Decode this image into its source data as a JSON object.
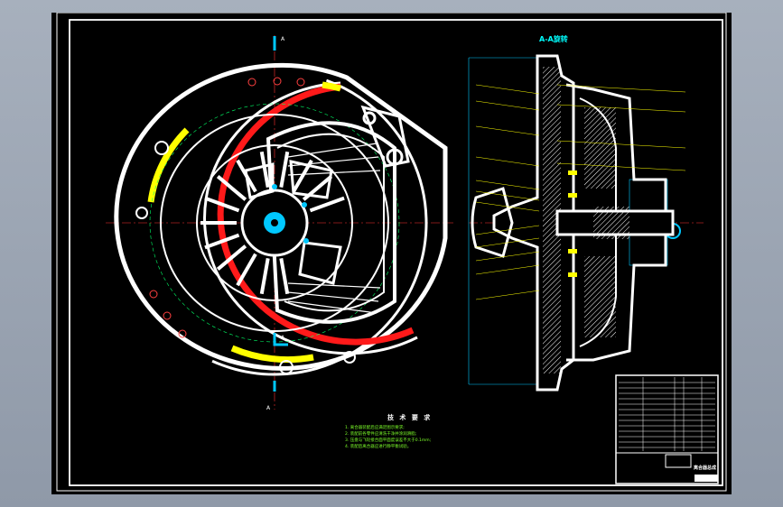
{
  "drawing": {
    "section_view_title": "A-A旋转",
    "section_marks": [
      "A",
      "A",
      "A"
    ],
    "technical_requirements": {
      "title": "技 术 要 求",
      "items": [
        "1. 离合器装配后应满足图示要求;",
        "2. 装配前各零件应清洗干净并涂润滑脂;",
        "3. 压盘与飞轮接合面平面度误差不大于0.1mm;",
        "4. 装配后离合器应进行静平衡试验。"
      ]
    },
    "title_block": {
      "name": "离合器总成"
    },
    "colors": {
      "background": "#000000",
      "outline": "#ffffff",
      "red_band": "#ff1a1a",
      "yellow_band": "#ffff00",
      "cyan_center": "#00c8ff",
      "green_note": "#7dff2a"
    }
  }
}
